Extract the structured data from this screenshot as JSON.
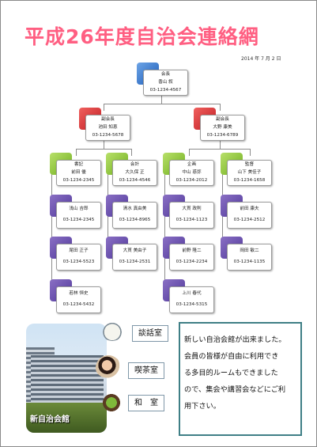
{
  "title": "平成26年度自治会連絡網",
  "date": "2014 年 7 月 2 日",
  "org": {
    "president": {
      "role": "会長",
      "name": "香山 叙",
      "phone": "03-1234-4567"
    },
    "vp1": {
      "role": "副会長",
      "name": "池田 知恵",
      "phone": "03-1234-5678"
    },
    "vp2": {
      "role": "副会長",
      "name": "大野 康美",
      "phone": "03-1234-6789"
    },
    "secretary": {
      "role": "書記",
      "name": "前田 優",
      "phone": "03-1234-2345"
    },
    "treasurer": {
      "role": "会計",
      "name": "大久保 正",
      "phone": "03-1234-4546"
    },
    "planning": {
      "role": "企画",
      "name": "中山 惑弥",
      "phone": "03-1234-2012"
    },
    "auditor": {
      "role": "監督",
      "name": "山下 美佳子",
      "phone": "03-1234-1658"
    },
    "m1": {
      "name": "浅山 吉郎",
      "phone": "03-1234-2345"
    },
    "m2": {
      "name": "清水 真由美",
      "phone": "03-1234-8965"
    },
    "m3": {
      "name": "大貫 政則",
      "phone": "03-1234-1123"
    },
    "m4": {
      "name": "前田 康夫",
      "phone": "03-1234-2512"
    },
    "m5": {
      "name": "尾田 正子",
      "phone": "03-1234-5523"
    },
    "m6": {
      "name": "大貫 美由子",
      "phone": "03-1234-2531"
    },
    "m7": {
      "name": "前野 隆二",
      "phone": "03-1234-2234"
    },
    "m8": {
      "name": "岡田 敏二",
      "phone": "03-1234-1135"
    },
    "m9": {
      "name": "若林 恒史",
      "phone": "03-1234-5432"
    },
    "m10": {
      "name": "上川 春代",
      "phone": "03-1234-5315"
    }
  },
  "facility": {
    "photo_label": "新自治会館",
    "rooms": [
      "談話室",
      "喫茶室",
      "和　室"
    ]
  },
  "notice_lines": [
    "新しい自治会館が出来ました。",
    "会員の皆様が自由に利用でき",
    "る多目的ルームもできました",
    "ので、集会や講習会などにご利",
    "用下さい。"
  ],
  "colors": {
    "title": "#ff5f82",
    "president": "#1d5cb8",
    "vice": "#c01d23",
    "officer": "#6fae1d",
    "member": "#50379a",
    "notice_border": "#3f7f86"
  }
}
